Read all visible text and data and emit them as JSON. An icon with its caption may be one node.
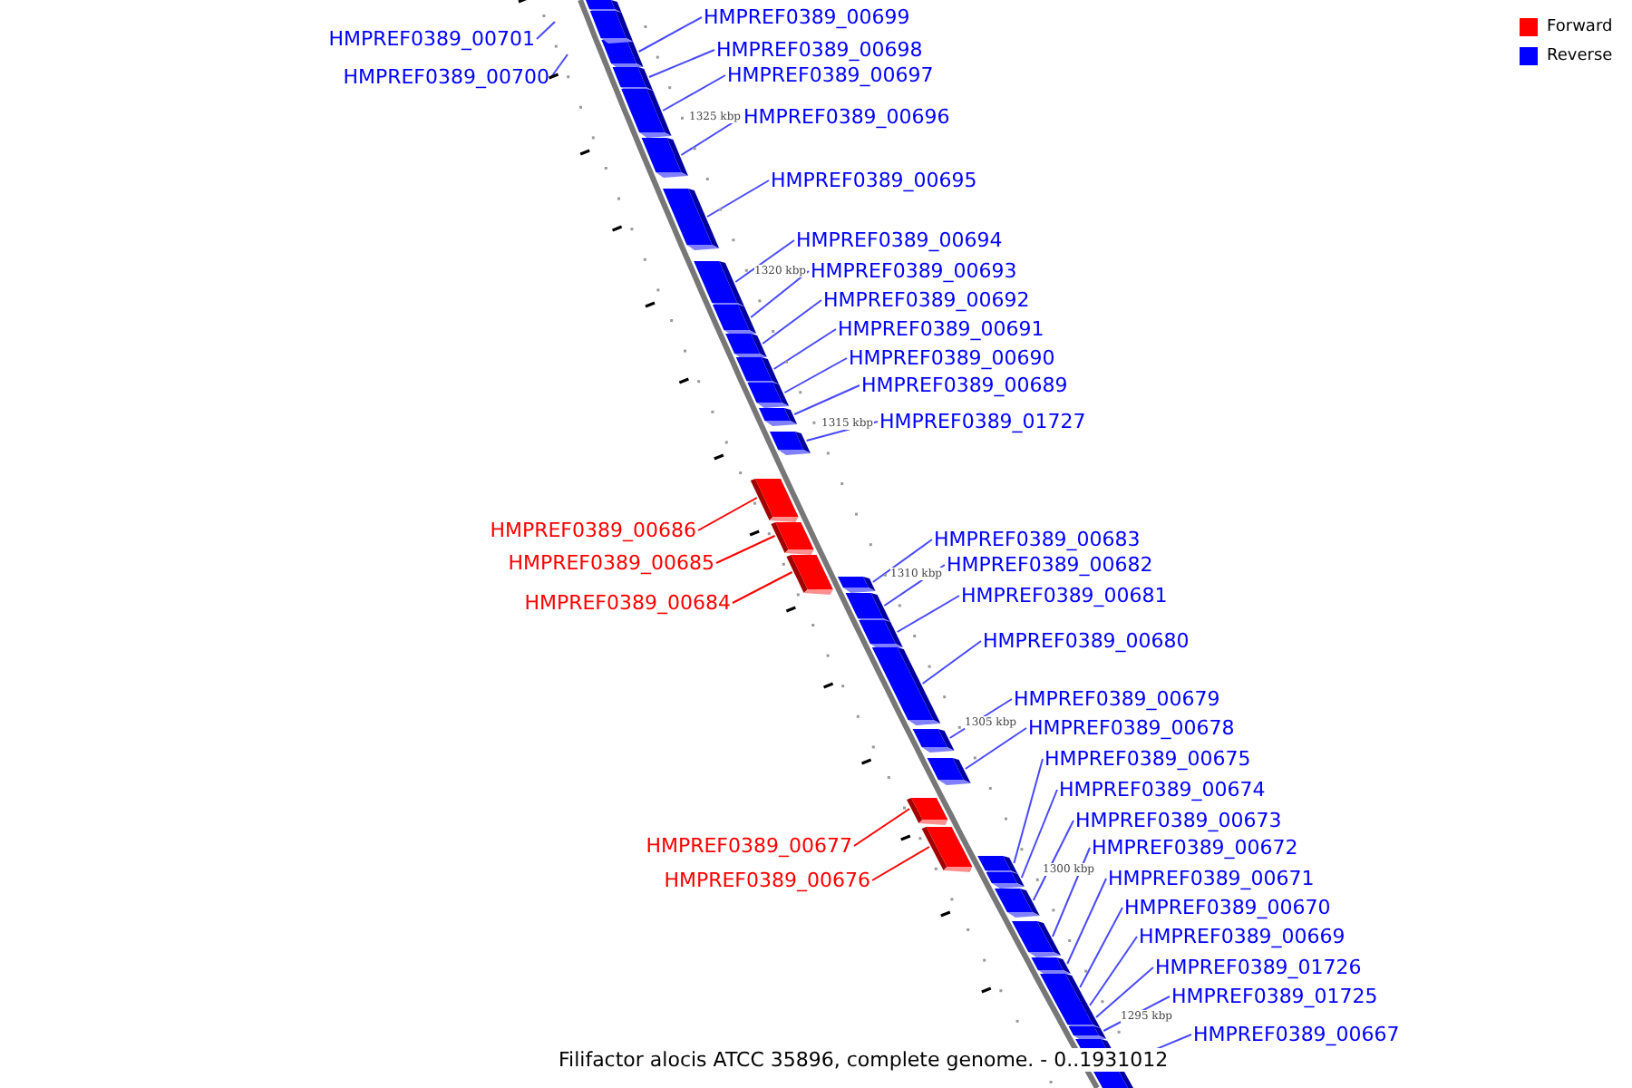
{
  "diagram": {
    "caption": "Filifactor alocis ATCC 35896, complete genome. - 0..1931012",
    "nodes": [
      {
        "text": [
          "HMPREF0389_00701"
        ]
      },
      {
        "text": [
          "HMPREF0389_00700"
        ]
      },
      {
        "text": [
          "HMPREF0389_00699"
        ]
      },
      {
        "text": [],
        "shape": "box"
      },
      {
        "text": [
          "HMPREF0389_00698"
        ]
      },
      {
        "text": [],
        "shape": "box"
      },
      {
        "text": [
          "HMPREF0389_00697"
        ]
      },
      {
        "text": [],
        "shape": "box"
      },
      {
        "text": [
          "HMPREF0389_00696"
        ]
      },
      {
        "text": [],
        "shape": "box"
      },
      {
        "text": [
          "HMPREF0389_00695"
        ]
      },
      {
        "text": [],
        "shape": "box"
      },
      {
        "text": [
          "HMPREF0389_00694"
        ]
      },
      {
        "text": [],
        "shape": "box"
      },
      {
        "text": [
          "HMPREF0389_00693"
        ]
      },
      {
        "text": [],
        "shape": "box"
      },
      {
        "text": [
          "HMPREF0389_00692"
        ]
      },
      {
        "text": [],
        "shape": "box"
      },
      {
        "text": [
          "HMPREF0389_00691"
        ]
      },
      {
        "text": [],
        "shape": "box"
      },
      {
        "text": [
          "HMPREF0389_00690"
        ]
      },
      {
        "text": [],
        "shape": "box"
      },
      {
        "text": [
          "HMPREF0389_00689"
        ]
      },
      {
        "text": [],
        "shape": "box"
      },
      {
        "text": [
          "HMPREF0389_01727"
        ]
      },
      {
        "text": [],
        "shape": "box"
      },
      {
        "text": [
          "HMPREF0389_00686"
        ]
      },
      {
        "text": [],
        "shape": "box"
      },
      {
        "text": [
          "HMPREF0389_00685"
        ]
      },
      {
        "text": [],
        "shape": "box"
      },
      {
        "text": [
          "HMPREF0389_00684"
        ]
      },
      {
        "text": [],
        "shape": "box"
      },
      {
        "text": [
          "HMPREF0389_00683"
        ]
      },
      {
        "text": [],
        "shape": "box"
      },
      {
        "text": [
          "HMPREF0389_00682"
        ]
      },
      {
        "text": [],
        "shape": "box"
      },
      {
        "text": [
          "HMPREF0389_00681"
        ]
      },
      {
        "text": [],
        "shape": "box"
      },
      {
        "text": [
          "HMPREF0389_00680"
        ]
      },
      {
        "text": [],
        "shape": "box"
      },
      {
        "text": [
          "HMPREF0389_00679"
        ]
      },
      {
        "text": [],
        "shape": "box"
      },
      {
        "text": [
          "HMPREF0389_00678"
        ]
      },
      {
        "text": [],
        "shape": "box"
      },
      {
        "text": [
          "HMPREF0389_00677"
        ]
      },
      {
        "text": [],
        "shape": "box"
      },
      {
        "text": [
          "HMPREF0389_00676"
        ]
      },
      {
        "text": [],
        "shape": "box"
      },
      {
        "text": [
          "HMPREF0389_00675"
        ]
      },
      {
        "text": [],
        "shape": "box"
      },
      {
        "text": [
          "HMPREF0389_00674"
        ]
      },
      {
        "text": [],
        "shape": "box"
      },
      {
        "text": [
          "HMPREF0389_00673"
        ]
      },
      {
        "text": [],
        "shape": "box"
      },
      {
        "text": [
          "HMPREF0389_00672"
        ]
      },
      {
        "text": [],
        "shape": "box"
      },
      {
        "text": [
          "HMPREF0389_00671"
        ]
      },
      {
        "text": [],
        "shape": "box"
      },
      {
        "text": [
          "HMPREF0389_00670"
        ]
      },
      {
        "text": [],
        "shape": "box"
      },
      {
        "text": [
          "HMPREF0389_00669"
        ]
      },
      {
        "text": [],
        "shape": "box"
      },
      {
        "text": [
          "HMPREF0389_01726"
        ]
      },
      {
        "text": [],
        "shape": "box"
      },
      {
        "text": [
          "HMPREF0389_01725"
        ]
      },
      {
        "text": [],
        "shape": "box"
      },
      {
        "text": [
          "HMPREF0389_00667"
        ]
      },
      {
        "text": [],
        "shape": "box"
      },
      {
        "text": [],
        "shape": "box"
      },
      {
        "text": [],
        "shape": "box"
      }
    ],
    "edges": [
      {
        "from": 0,
        "to": null,
        "arrow": "none"
      },
      {
        "from": 1,
        "to": null,
        "arrow": "none"
      },
      {
        "from": 2,
        "to": 3,
        "arrow": "none"
      },
      {
        "from": 4,
        "to": 5,
        "arrow": "none"
      },
      {
        "from": 6,
        "to": 7,
        "arrow": "none"
      },
      {
        "from": 8,
        "to": 9,
        "arrow": "none"
      },
      {
        "from": 10,
        "to": 11,
        "arrow": "none"
      },
      {
        "from": 12,
        "to": 13,
        "arrow": "none"
      },
      {
        "from": 14,
        "to": 15,
        "arrow": "none"
      },
      {
        "from": 16,
        "to": 17,
        "arrow": "none"
      },
      {
        "from": 18,
        "to": 19,
        "arrow": "none"
      },
      {
        "from": 20,
        "to": 21,
        "arrow": "none"
      },
      {
        "from": 22,
        "to": 23,
        "arrow": "none"
      },
      {
        "from": 24,
        "to": 25,
        "arrow": "none"
      },
      {
        "from": 26,
        "to": 27,
        "arrow": "none",
        "color": "#ff0000"
      },
      {
        "from": 28,
        "to": 29,
        "arrow": "none",
        "color": "#ff0000"
      },
      {
        "from": 30,
        "to": 31,
        "arrow": "none",
        "color": "#ff0000"
      },
      {
        "from": 32,
        "to": 33,
        "arrow": "none"
      },
      {
        "from": 34,
        "to": 35,
        "arrow": "none"
      },
      {
        "from": 36,
        "to": 37,
        "arrow": "none"
      },
      {
        "from": 38,
        "to": 39,
        "arrow": "none"
      },
      {
        "from": 40,
        "to": 41,
        "arrow": "none"
      },
      {
        "from": 42,
        "to": 43,
        "arrow": "none"
      },
      {
        "from": 44,
        "to": 45,
        "arrow": "none",
        "color": "#ff0000"
      },
      {
        "from": 46,
        "to": 47,
        "arrow": "none",
        "color": "#ff0000"
      },
      {
        "from": 48,
        "to": 49,
        "arrow": "none"
      },
      {
        "from": 50,
        "to": 51,
        "arrow": "none"
      },
      {
        "from": 52,
        "to": 53,
        "arrow": "none"
      },
      {
        "from": 54,
        "to": 55,
        "arrow": "none"
      },
      {
        "from": 56,
        "to": 57,
        "arrow": "none"
      },
      {
        "from": 58,
        "to": 59,
        "arrow": "none"
      },
      {
        "from": 60,
        "to": 61,
        "arrow": "none"
      },
      {
        "from": 62,
        "to": 63,
        "arrow": "none"
      },
      {
        "from": 64,
        "to": 65,
        "arrow": "none"
      },
      {
        "from": 66,
        "to": 67,
        "arrow": "none"
      }
    ],
    "labels": [
      "1325 kbp",
      "1320 kbp",
      "1315 kbp",
      "1310 kbp",
      "1305 kbp",
      "1300 kbp",
      "1295 kbp"
    ],
    "legend": [
      {
        "text": "Forward",
        "color": "#ff0000"
      },
      {
        "text": "Reverse",
        "color": "#0000ff"
      }
    ]
  }
}
